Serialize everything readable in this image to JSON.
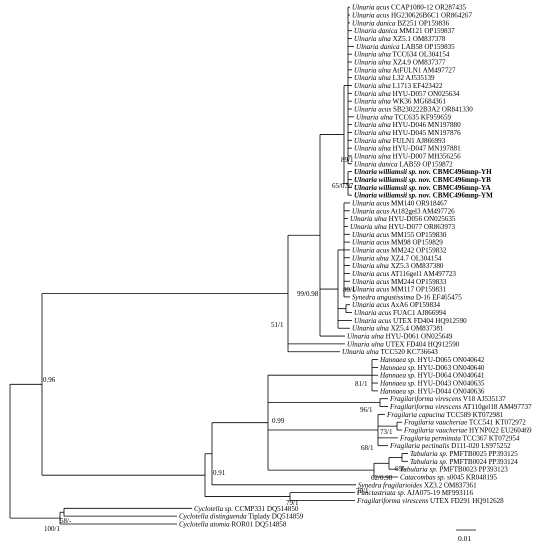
{
  "tips": [
    {
      "species": "Ulnaria acus",
      "accession": "CCAP1080-12 OR287435"
    },
    {
      "species": "Ulnaria acus",
      "accession": "HG230626B6C1 OR864267"
    },
    {
      "species": "Ulnaria danica",
      "accession": "BZ251 OP159836"
    },
    {
      "species": "Ulnaria danica",
      "accession": "MM121 OP159837"
    },
    {
      "species": "Ulnaria ulna",
      "accession": "XZ5.1 OM837378"
    },
    {
      "species": "Ulnaria danica",
      "accession": "LAB58 OP159835"
    },
    {
      "species": "Ulnaria ulna",
      "accession": "TCC634 OL304154"
    },
    {
      "species": "Ulnaria ulna",
      "accession": "XZ4.9 OM837377"
    },
    {
      "species": "Ulnaria ulna",
      "accession": "AtFULN1 AM497727"
    },
    {
      "species": "Ulnaria ulna",
      "accession": "L32 AJ535139"
    },
    {
      "species": "Ulnaria ulna",
      "accession": "L1713 EF423422"
    },
    {
      "species": "Ulnaria ulna",
      "accession": "HYU-D057 ON025634"
    },
    {
      "species": "Ulnaria ulna",
      "accession": "WK36 MG684361"
    },
    {
      "species": "Ulnaria acus",
      "accession": "SB230222B3A2 OR841330"
    },
    {
      "species": "Ulnaria ulna",
      "accession": "TCC635 KF959659"
    },
    {
      "species": "Ulnaria ulna",
      "accession": "HYU-D046 MN197880"
    },
    {
      "species": "Ulnaria ulna",
      "accession": "HYU-D045 MN197876"
    },
    {
      "species": "Ulnaria ulna",
      "accession": "FULN1 AJ866993"
    },
    {
      "species": "Ulnaria ulna",
      "accession": "HYU-D047 MN197881"
    },
    {
      "species": "Ulnaria ulna",
      "accession": "HYU-D007 MH356256"
    },
    {
      "species": "Ulnaria danica",
      "accession": "LAB59 OP159872"
    },
    {
      "species": "Ulnaria williamsii sp. nov.",
      "accession": "CBMC496mnp-YH",
      "bold": true
    },
    {
      "species": "Ulnaria williamsii sp. nov.",
      "accession": "CBMC496mnp-YB",
      "bold": true
    },
    {
      "species": "Ulnaria williamsii sp. nov.",
      "accession": "CBMC496mnp-YA",
      "bold": true
    },
    {
      "species": "Ulnaria williamsii sp. nov.",
      "accession": "CBMC496mnp-YM",
      "bold": true
    },
    {
      "species": "Ulnaria acus",
      "accession": "MM140 OR918467"
    },
    {
      "species": "Ulnaria acus",
      "accession": "At182gel3 AM497726"
    },
    {
      "species": "Ulnaria ulna",
      "accession": "HYU-D056 ON025635"
    },
    {
      "species": "Ulnaria ulna",
      "accession": "HYU-D077 OR863973"
    },
    {
      "species": "Ulnaria acus",
      "accession": "MM155 OP159830"
    },
    {
      "species": "Ulnaria acus",
      "accession": "MM98 OP159829"
    },
    {
      "species": "Ulnaria acus",
      "accession": "MM242 OP159832"
    },
    {
      "species": "Ulnaria ulna",
      "accession": "XZ4.7 OL304154"
    },
    {
      "species": "Ulnaria ulna",
      "accession": "XZ5.3 OM837380"
    },
    {
      "species": "Ulnaria acus",
      "accession": "AT116gel1 AM497723"
    },
    {
      "species": "Ulnaria acus",
      "accession": "MM244 OP159833"
    },
    {
      "species": "Ulnaria acus",
      "accession": "MM117 OP159831"
    },
    {
      "species": "Synedra angustissima",
      "accession": "D-16 EF465475"
    },
    {
      "species": "Ulnaria acus",
      "accession": "AxA6 OP159834"
    },
    {
      "species": "Ulnaria acus",
      "accession": "FUAC1 AJ866994"
    },
    {
      "species": "Ulnaria acus",
      "accession": "UTEX FD404 HQ912590"
    },
    {
      "species": "Ulnaria ulna",
      "accession": "XZ5.4 OM837381"
    },
    {
      "species": "Ulnaria ulna",
      "accession": "HYU-D061 ON025649"
    },
    {
      "species": "Ulnaria ulna",
      "accession": "UTEX FD404 HQ912590"
    },
    {
      "species": "Ulnaria ulna",
      "accession": "TCC520 KC736643"
    },
    {
      "species": "Hannaea sp.",
      "accession": "HYU-D065 ON040642"
    },
    {
      "species": "Hannaea sp.",
      "accession": "HYU-D063 ON040640"
    },
    {
      "species": "Hannaea sp.",
      "accession": "HYU-D064 ON040641"
    },
    {
      "species": "Hannaea sp.",
      "accession": "HYU-D043 ON040635"
    },
    {
      "species": "Hannaea sp.",
      "accession": "HYU-D044 ON040636"
    },
    {
      "species": "Fragilariforma virescens",
      "accession": "V18 AJ535137"
    },
    {
      "species": "Fragilariforma virescens",
      "accession": "AT110gel18 AM497737"
    },
    {
      "species": "Fragilaria capucina",
      "accession": "TCC589 KT072981"
    },
    {
      "species": "Fragilaria vaucheriae",
      "accession": "TCC541 KT072972"
    },
    {
      "species": "Fragilaria vaucheriae",
      "accession": "HYNP022 EU260469"
    },
    {
      "species": "Fragilaria perminuta",
      "accession": "TCC367 KT072954"
    },
    {
      "species": "Fragilaria pectinalis",
      "accession": "D111-020 LS975252"
    },
    {
      "species": "Tabularia sp.",
      "accession": "PMFTB0025 PP393125"
    },
    {
      "species": "Tabularia sp.",
      "accession": "PMFTB0024 PP393124"
    },
    {
      "species": "Tabularia sp.",
      "accession": "PMFTB0023 PP393123"
    },
    {
      "species": "Catacombas sp.",
      "accession": "s0045 KR048195"
    },
    {
      "species": "Synedra fragilarioides",
      "accession": "XZ3.2 OM837361"
    },
    {
      "species": "Punctastriata sp.",
      "accession": "AJA075-19 MF993116"
    },
    {
      "species": "Fragilariforma virescens",
      "accession": "UTEX FD291 HQ912628"
    },
    {
      "species": "Cyclotella sp.",
      "accession": "CCMP331 DQ514850"
    },
    {
      "species": "Cyclotella distinguenda",
      "accession": "Tiplady DQ514859"
    },
    {
      "species": "Cyclotella atomia",
      "accession": "ROR01 DQ514858"
    }
  ],
  "support": {
    "williamsii_outer": "89/1",
    "williamsii_inner": "65/0.97",
    "acus_clade": "80/1",
    "ulnaria_main": "99/0.98",
    "ulnaria_all": "51/1",
    "root_branch": "0.96",
    "hannaea": "81/1",
    "fragilariforma": "96/1",
    "vaucheriae": "73/1",
    "fragilaria_group": "68/1",
    "tabularia_a": "69/-",
    "tabularia_b": "62/0.98",
    "tabularia_group": "79/1",
    "mid_group": "0.99",
    "lower_group": "0.91",
    "punctastriata": "79/1",
    "cyclotella_pair": "58/-",
    "cyclotella_all": "100/1"
  },
  "scale_bar": {
    "label": "0.01"
  }
}
